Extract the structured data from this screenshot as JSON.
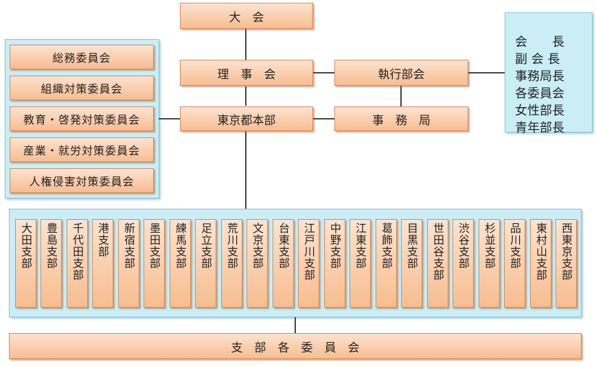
{
  "top": {
    "taikai": "大　会",
    "rijikai": "理　事　会",
    "shikkobukai": "執行部会",
    "honbu": "東京都本部",
    "jimukyoku": "事　務　局"
  },
  "committees": [
    "総務委員会",
    "組織対策委員会",
    "教育・啓発対策委員会",
    "産業・就労対策委員会",
    "人権侵害対策委員会"
  ],
  "officers": [
    "会　　長",
    "副 会 長",
    "事務局長",
    "各委員会",
    "女性部長",
    "青年部長"
  ],
  "branches": [
    "大田支部",
    "豊島支部",
    "千代田支部",
    "港支部",
    "新宿支部",
    "墨田支部",
    "練馬支部",
    "足立支部",
    "荒川支部",
    "文京支部",
    "台東支部",
    "江戸川支部",
    "中野支部",
    "江東支部",
    "葛飾支部",
    "目黒支部",
    "世田谷支部",
    "渋谷支部",
    "杉並支部",
    "品川支部",
    "東村山支部",
    "西東京支部"
  ],
  "bottom": "支　部　各　委　員　会",
  "colors": {
    "box_fill": "#f7bd90",
    "box_border": "#d88a58",
    "panel_fill": "#cbeef6",
    "panel_border": "#7cc8dc",
    "line": "#444444"
  }
}
